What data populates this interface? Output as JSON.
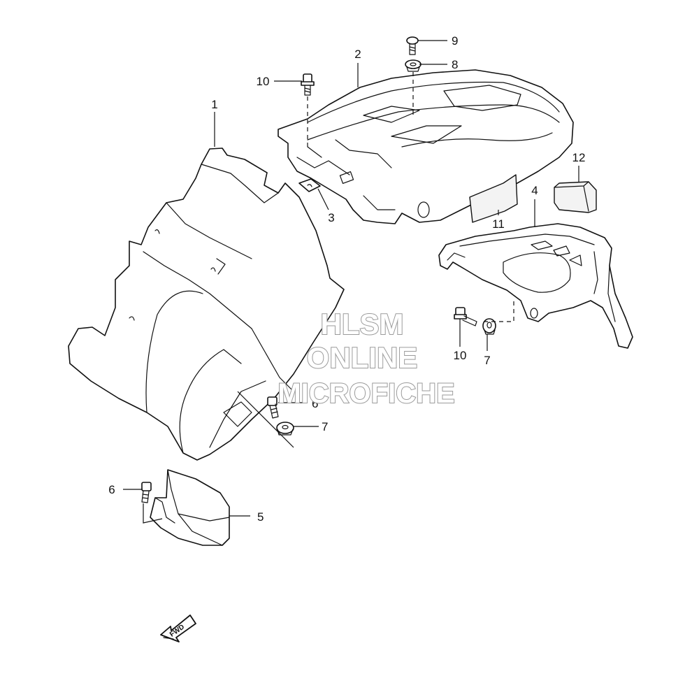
{
  "callouts": {
    "c1": "1",
    "c2": "2",
    "c3": "3",
    "c4": "4",
    "c5": "5",
    "c6a": "6",
    "c6b": "6",
    "c7a": "7",
    "c7b": "7",
    "c8": "8",
    "c9": "9",
    "c10a": "10",
    "c10b": "10",
    "c11": "11",
    "c12": "12"
  },
  "watermark": {
    "line1": "HLSM",
    "line2": "ONLINE",
    "line3": "MICROFICHE",
    "color": "#9a9a9a"
  },
  "direction_arrow": {
    "text": "FWD",
    "icon": "arrow-forward-icon"
  }
}
